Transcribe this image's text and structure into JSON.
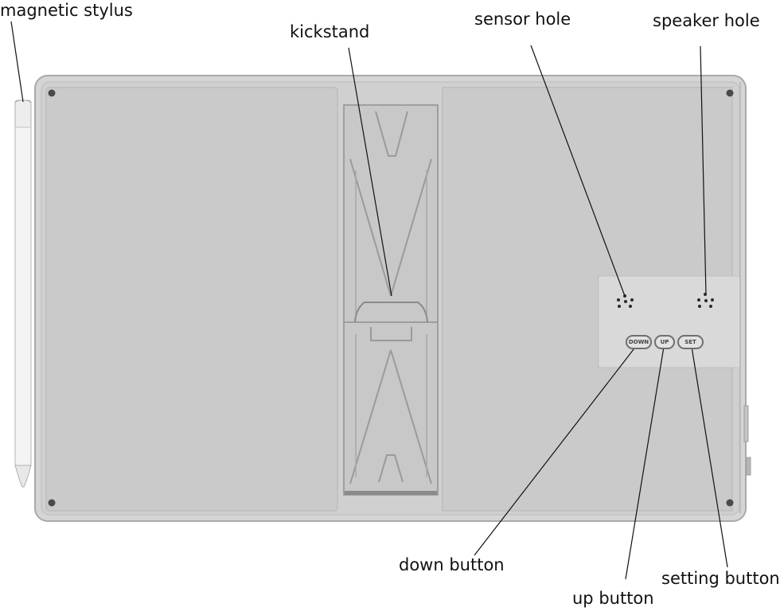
{
  "labels": {
    "stylus": "magnetic stylus",
    "kickstand": "kickstand",
    "sensor": "sensor hole",
    "speaker": "speaker hole",
    "down": "down button",
    "up": "up button",
    "setting": "setting button"
  },
  "buttons": {
    "down": "DOWN",
    "up": "UP",
    "set": "SET"
  }
}
